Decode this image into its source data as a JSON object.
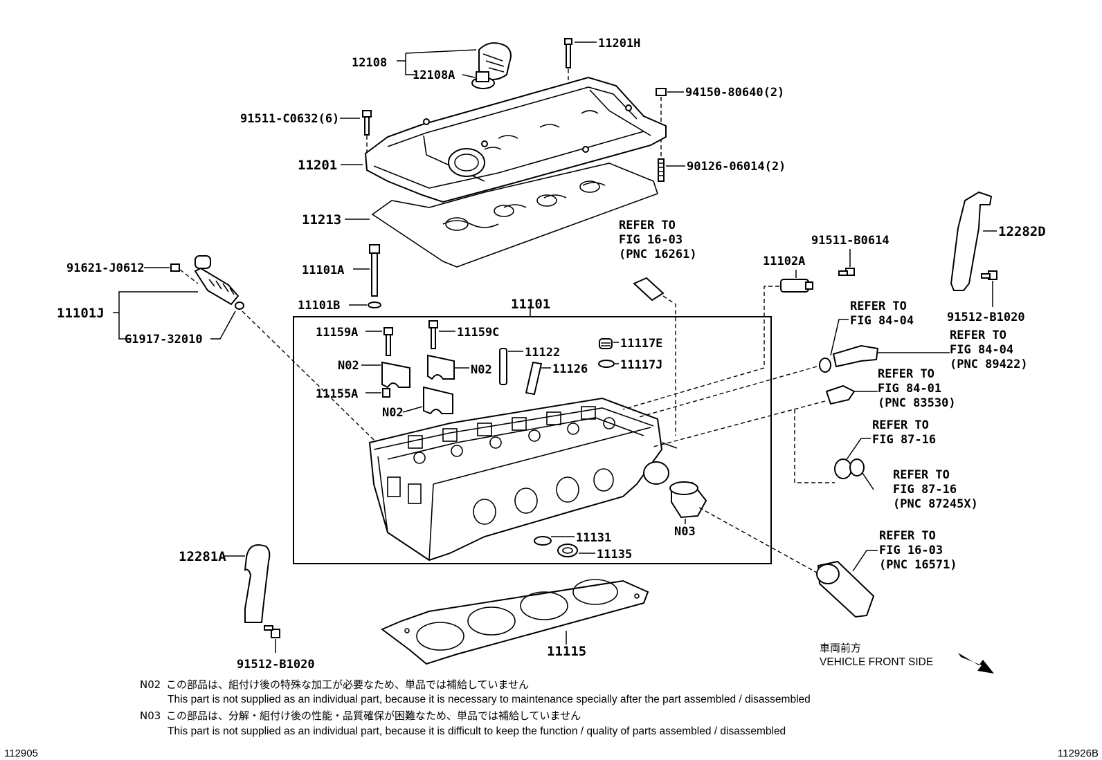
{
  "parts": {
    "p12108": "12108",
    "p12108A": "12108A",
    "p11201H": "11201H",
    "p94150": "94150-80640(2)",
    "p91511C": "91511-C0632(6)",
    "p11201": "11201",
    "p90126": "90126-06014(2)",
    "p11213": "11213",
    "p11101A": "11101A",
    "p11101B": "11101B",
    "p11101": "11101",
    "p91621": "91621-J0612",
    "p11101J": "11101J",
    "pG1917": "G1917-32010",
    "p11159A": "11159A",
    "p11159C": "11159C",
    "p11122": "11122",
    "p11126": "11126",
    "p11117E": "11117E",
    "p11117J": "11117J",
    "p11155A": "11155A",
    "p11102A": "11102A",
    "p91511B": "91511-B0614",
    "p12282D": "12282D",
    "p91512B_r": "91512-B1020",
    "p11131": "11131",
    "p11135": "11135",
    "p12281A": "12281A",
    "p91512B_l": "91512-B1020",
    "p11115": "11115"
  },
  "tags": {
    "n02": "N02",
    "n03": "N03"
  },
  "refs": {
    "r1": {
      "l1": "REFER TO",
      "l2": "FIG 16-03",
      "l3": "(PNC 16261)"
    },
    "r2": {
      "l1": "REFER TO",
      "l2": "FIG 84-04"
    },
    "r3": {
      "l1": "REFER TO",
      "l2": "FIG 84-04",
      "l3": "(PNC 89422)"
    },
    "r4": {
      "l1": "REFER TO",
      "l2": "FIG 84-01",
      "l3": "(PNC 83530)"
    },
    "r5": {
      "l1": "REFER TO",
      "l2": "FIG 87-16"
    },
    "r6": {
      "l1": "REFER TO",
      "l2": "FIG 87-16",
      "l3": "(PNC 87245X)"
    },
    "r7": {
      "l1": "REFER TO",
      "l2": "FIG 16-03",
      "l3": "(PNC 16571)"
    }
  },
  "front": {
    "jp": "車両前方",
    "en": "VEHICLE FRONT SIDE"
  },
  "notes": {
    "n02_code": "N02",
    "n02_jp": "この部品は、組付け後の特殊な加工が必要なため、単品では補給していません",
    "n02_en": "This part is not supplied as an individual part, because it is necessary to maintenance specially after the part assembled / disassembled",
    "n03_code": "N03",
    "n03_jp": "この部品は、分解・組付け後の性能・品質確保が困難なため、単品では補給していません",
    "n03_en": "This part is not supplied as an individual part, because it is difficult to keep the function / quality of parts  assembled / disassembled"
  },
  "footer": {
    "left_code": "112905",
    "right_code": "112926B"
  },
  "colors": {
    "ink": "#000000",
    "paper": "#ffffff"
  }
}
